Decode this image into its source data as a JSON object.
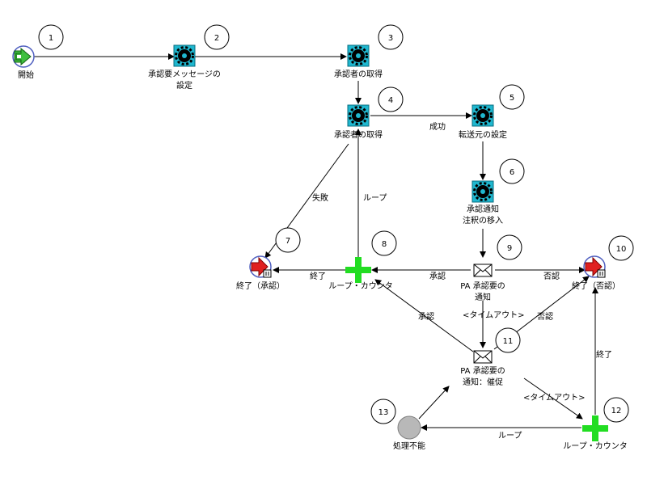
{
  "nodes": [
    {
      "id": "start",
      "number": "1",
      "label": "開始",
      "icon": "start-icon"
    },
    {
      "id": "set-msg",
      "number": "2",
      "label_lines": [
        "承認要メッセージの",
        "設定"
      ],
      "icon": "gear-function-icon"
    },
    {
      "id": "get-approver-1",
      "number": "3",
      "label": "承認者の取得",
      "icon": "gear-function-icon"
    },
    {
      "id": "get-approver-2",
      "number": "4",
      "label": "承認者の取得",
      "icon": "gear-function-icon"
    },
    {
      "id": "set-forward",
      "number": "5",
      "label": "転送元の設定",
      "icon": "gear-function-icon"
    },
    {
      "id": "move-notes",
      "number": "6",
      "label_lines": [
        "承認通知",
        "注釈の移入"
      ],
      "icon": "gear-function-icon"
    },
    {
      "id": "end-approved",
      "number": "7",
      "label": "終了（承認）",
      "icon": "end-icon"
    },
    {
      "id": "loop-counter-1",
      "number": "8",
      "label": "ループ・カウンタ",
      "icon": "loop-counter-icon"
    },
    {
      "id": "notify-approval",
      "number": "9",
      "label_lines": [
        "PA 承認要の",
        "通知"
      ],
      "icon": "envelope-notification-icon"
    },
    {
      "id": "end-rejected",
      "number": "10",
      "label": "終了（否認）",
      "icon": "end-icon"
    },
    {
      "id": "notify-reminder",
      "number": "11",
      "label_lines": [
        "PA 承認要の",
        "通知：催促"
      ],
      "icon": "envelope-notification-icon"
    },
    {
      "id": "loop-counter-2",
      "number": "12",
      "label": "ループ・カウンタ",
      "icon": "loop-counter-icon"
    },
    {
      "id": "noop",
      "number": "13",
      "label": "処理不能",
      "icon": "noop-circle-icon"
    }
  ],
  "edges": {
    "success": "成功",
    "failure": "失敗",
    "loop_up": "ループ",
    "end_approved": "終了",
    "approve_9_8": "承認",
    "reject_9_10": "否認",
    "timeout_9_11": "<タイムアウト>",
    "approve_11_8": "承認",
    "reject_11_10": "否認",
    "timeout_11_12": "<タイムアウト>",
    "end_12_10": "終了",
    "loop_12_13": "ループ"
  },
  "colors": {
    "function": "#1fb7cf",
    "start": "#3fbf3f",
    "end": "#e02020",
    "loop": "#22dd22",
    "noop": "#b8b8b8"
  }
}
